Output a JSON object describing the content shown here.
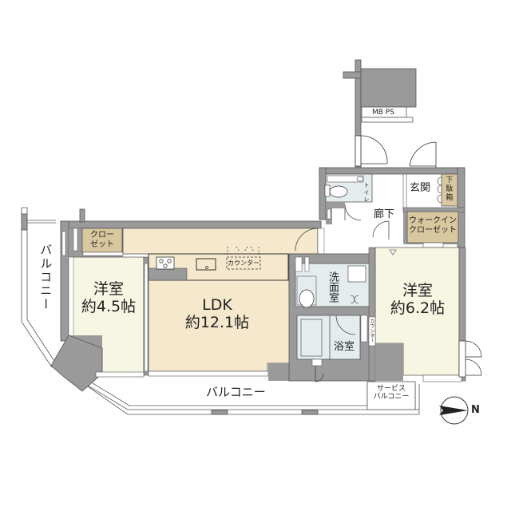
{
  "floor_plan": {
    "colors": {
      "wall": "#9a9a9a",
      "wall_outline": "#555555",
      "ldk_floor": "#f5e8cc",
      "western_room_floor": "#f6f6e2",
      "wet_area_floor": "#e4ecee",
      "closet_fill": "#d9c7a0",
      "white": "#ffffff"
    },
    "rooms": {
      "ldk": {
        "name": "LDK",
        "size": "約12.1帖"
      },
      "western_room_1": {
        "name": "洋室",
        "size": "約4.5帖"
      },
      "western_room_2": {
        "name": "洋室",
        "size": "約6.2帖"
      },
      "washroom": {
        "name": "洗面室"
      },
      "bathroom": {
        "name": "浴室"
      },
      "toilet": {
        "name": "トイレ"
      },
      "entrance": {
        "name": "玄関"
      },
      "hallway": {
        "name": "廊下"
      },
      "shoe_box": {
        "name": "下駄箱"
      },
      "closet": {
        "name_line1": "クロー",
        "name_line2": "ゼット"
      },
      "walk_in_closet": {
        "name_line1": "ウォークイン",
        "name_line2": "クローゼット"
      },
      "balcony_side": {
        "name": "バルコニー"
      },
      "balcony_main": {
        "name": "バルコニー"
      },
      "service_balcony": {
        "name_line1": "サービス",
        "name_line2": "バルコニー"
      },
      "mb_ps": {
        "name": "MB PS"
      }
    },
    "fixtures": {
      "kitchen_counter": "カウンター",
      "room_counter": "カウンター"
    },
    "compass": {
      "direction": "N",
      "icon": "north-arrow-icon"
    }
  }
}
